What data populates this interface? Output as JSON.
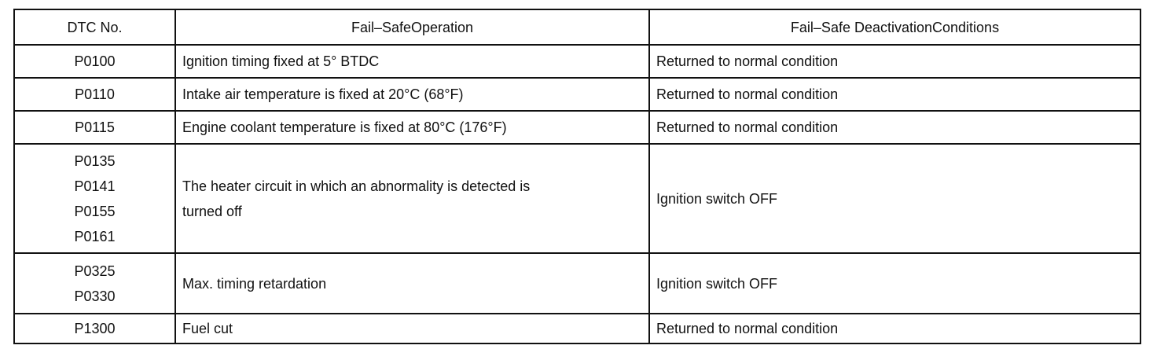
{
  "table": {
    "headers": [
      "DTC No.",
      "Fail–SafeOperation",
      "Fail–Safe DeactivationConditions"
    ],
    "rows": [
      {
        "codes": [
          "P0100"
        ],
        "operation": [
          "Ignition timing fixed at 5° BTDC"
        ],
        "condition": "Returned to normal condition"
      },
      {
        "codes": [
          "P0110"
        ],
        "operation": [
          "Intake air temperature is fixed at 20°C (68°F)"
        ],
        "condition": "Returned to normal condition"
      },
      {
        "codes": [
          "P0115"
        ],
        "operation": [
          "Engine coolant temperature is fixed at 80°C (176°F)"
        ],
        "condition": "Returned to normal condition"
      },
      {
        "codes": [
          "P0135",
          "P0141",
          "P0155",
          "P0161"
        ],
        "operation": [
          "The heater circuit in which an abnormality is detected is",
          "turned off"
        ],
        "condition": "Ignition switch OFF"
      },
      {
        "codes": [
          "P0325",
          "P0330"
        ],
        "operation": [
          "Max. timing retardation"
        ],
        "condition": "Ignition switch OFF"
      },
      {
        "codes": [
          "P1300"
        ],
        "operation": [
          "Fuel cut"
        ],
        "condition": "Returned to normal condition"
      }
    ]
  }
}
